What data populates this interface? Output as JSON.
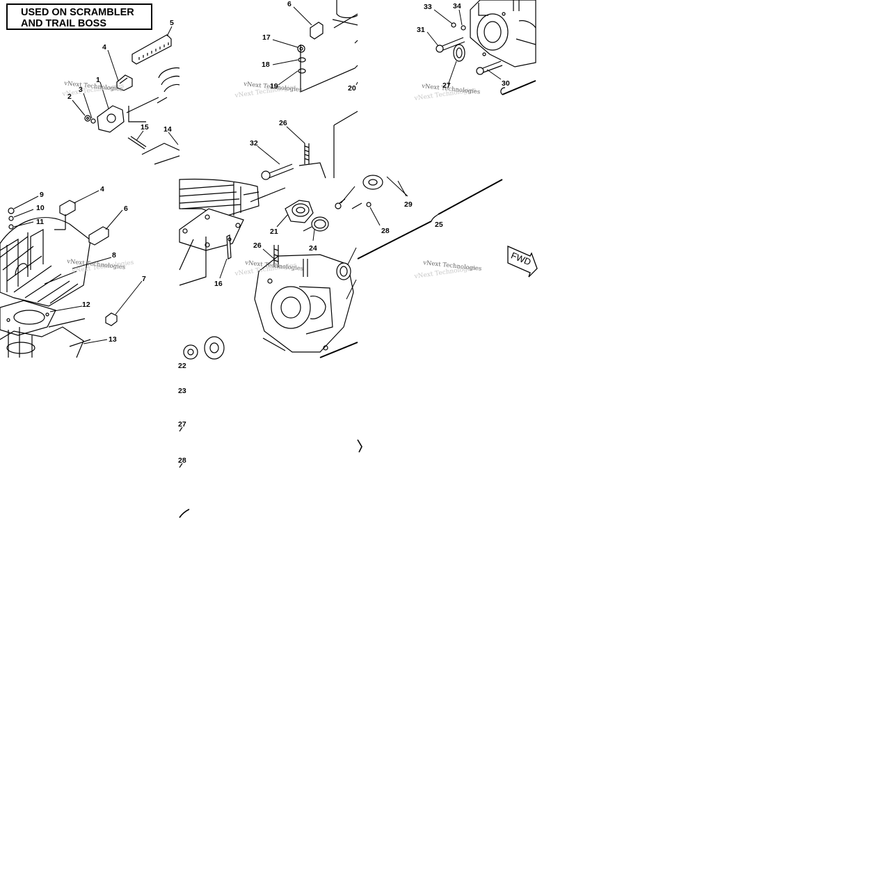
{
  "note": {
    "line1": "USED ON SCRAMBLER",
    "line2": "AND TRAIL BOSS"
  },
  "watermark": "vNext Technologies",
  "direction_arrow": "FWD",
  "callouts": {
    "c1": "1",
    "c2": "2",
    "c3": "3",
    "c4": "4",
    "c5": "5",
    "c6": "6",
    "c7": "7",
    "c8": "8",
    "c9": "9",
    "c10": "10",
    "c11": "11",
    "c12": "12",
    "c13": "13",
    "c14": "14",
    "c15": "15",
    "c16": "16",
    "c17": "17",
    "c18": "18",
    "c19": "19",
    "c20": "20",
    "c21": "21",
    "c22": "22",
    "c23": "23",
    "c24": "24",
    "c25": "25",
    "c26": "26",
    "c27": "27",
    "c28": "28",
    "c29": "29",
    "c30": "30",
    "c31": "31",
    "c32": "32",
    "c33": "33",
    "c34": "34"
  },
  "colors": {
    "ink": "#000000",
    "paper": "#ffffff",
    "watermark": "#666666"
  }
}
